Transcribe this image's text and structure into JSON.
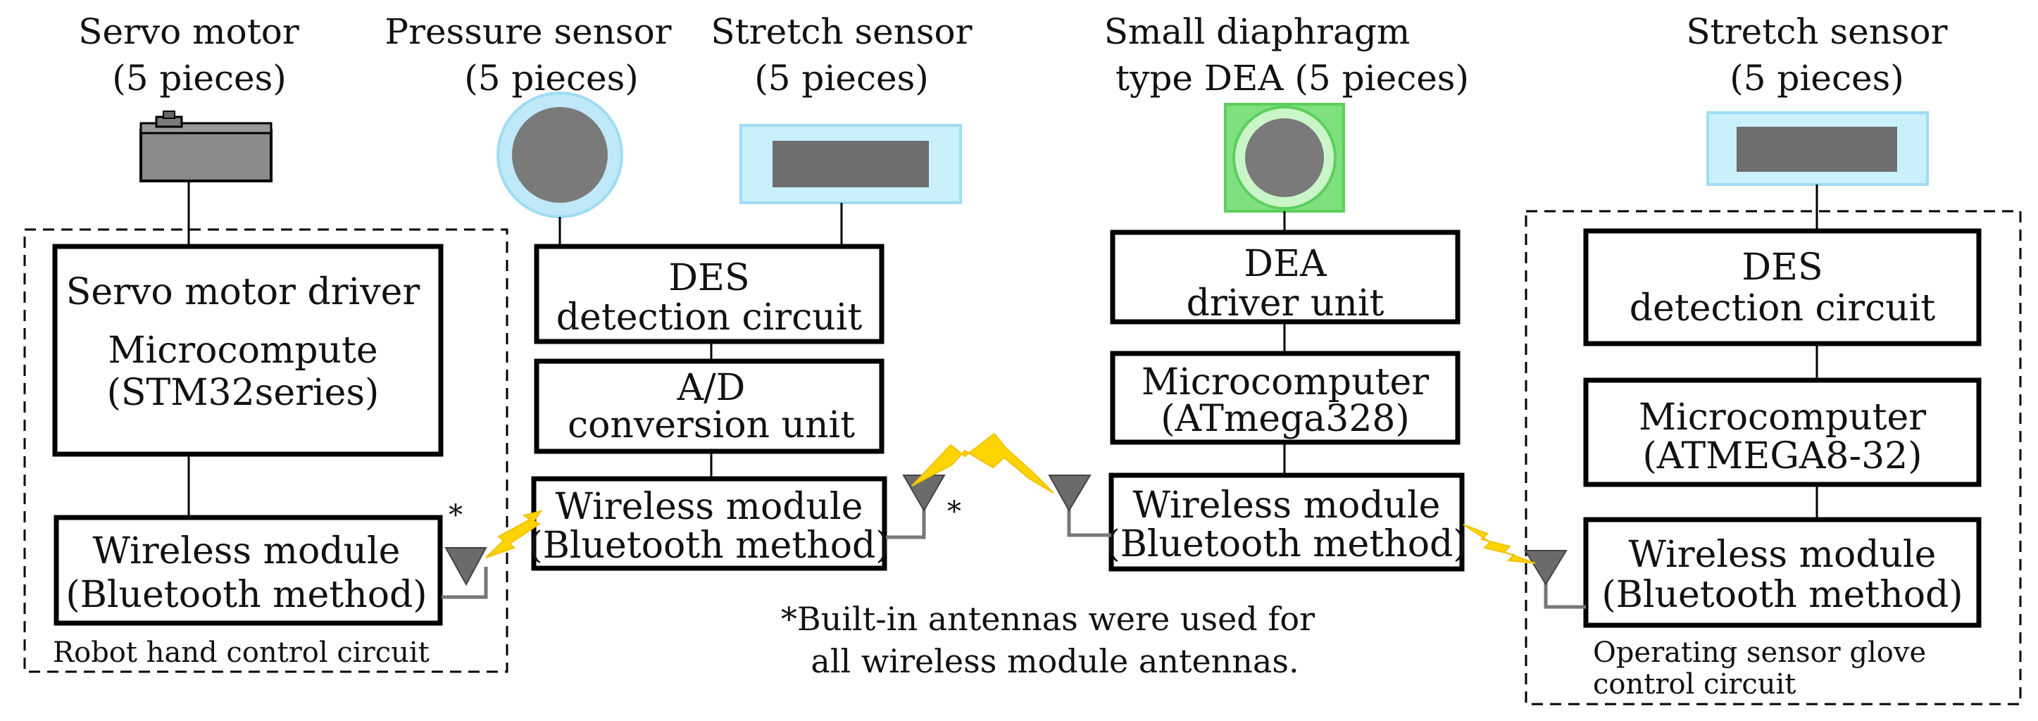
{
  "headers": {
    "servo": [
      "Servo motor",
      "(5 pieces)"
    ],
    "pressure": [
      "Pressure sensor",
      "(5 pieces)"
    ],
    "stretch_left": [
      "Stretch sensor",
      "(5 pieces)"
    ],
    "dea": [
      "Small diaphragm",
      "type DEA (5 pieces)"
    ],
    "stretch_right": [
      "Stretch sensor",
      "(5 pieces)"
    ]
  },
  "boxes": {
    "servo_driver": [
      "Servo motor driver",
      "Microcompute",
      "(STM32series)"
    ],
    "wireless_robot": [
      "Wireless module",
      "(Bluetooth method)"
    ],
    "des_left": [
      "DES",
      "detection circuit"
    ],
    "ad_unit": [
      "A/D",
      "conversion unit"
    ],
    "wireless_mid_left": [
      "Wireless module",
      "(Bluetooth method)"
    ],
    "dea_driver": [
      "DEA",
      "driver unit"
    ],
    "micro_atmega328": [
      "Microcomputer",
      "(ATmega328)"
    ],
    "wireless_mid_right": [
      "Wireless module",
      "(Bluetooth method)"
    ],
    "des_right": [
      "DES",
      "detection circuit"
    ],
    "micro_atmega8": [
      "Microcomputer",
      "(ATMEGA8-32)"
    ],
    "wireless_glove": [
      "Wireless module",
      "(Bluetooth method)"
    ]
  },
  "captions": {
    "robot_hand": "Robot hand  control circuit",
    "glove": [
      "Operating sensor glove",
      "control circuit"
    ]
  },
  "note": [
    "*Built-in antennas were used for",
    "all wireless module antennas."
  ],
  "antenna_marker": "*",
  "colors": {
    "motor_body": "#8a8a8a",
    "pressure_ring": "#bfe9f8",
    "stretch_frame": "#c9f0fb",
    "dea_frame": "#7fe07f",
    "sensor_core": "#7a7a7a",
    "lightning": "#ffd400"
  }
}
